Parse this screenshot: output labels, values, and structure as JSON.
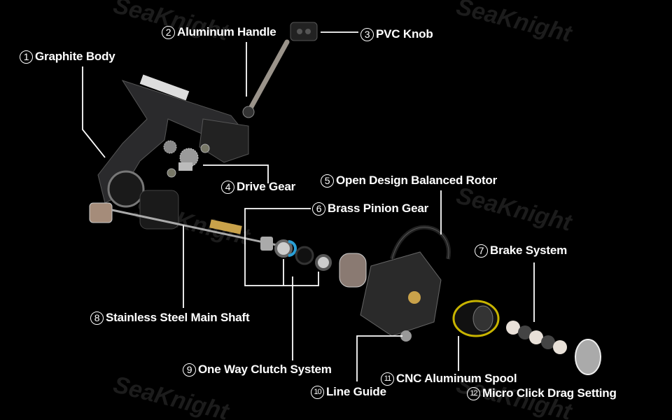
{
  "watermark": "SeaKnight",
  "brand_on_body": "SEAKNIGHT",
  "labels": [
    {
      "num": "1",
      "text": "Graphite Body"
    },
    {
      "num": "2",
      "text": "Aluminum Handle"
    },
    {
      "num": "3",
      "text": "PVC Knob"
    },
    {
      "num": "4",
      "text": "Drive Gear"
    },
    {
      "num": "5",
      "text": "Open Design Balanced Rotor"
    },
    {
      "num": "6",
      "text": "Brass Pinion Gear"
    },
    {
      "num": "7",
      "text": "Brake System"
    },
    {
      "num": "8",
      "text": "Stainless Steel Main Shaft"
    },
    {
      "num": "9",
      "text": "One Way Clutch System"
    },
    {
      "num": "10",
      "text": "Line Guide"
    },
    {
      "num": "11",
      "text": "CNC Aluminum Spool"
    },
    {
      "num": "12",
      "text": "Micro Click Drag Setting"
    }
  ],
  "colors": {
    "background": "#000000",
    "text": "#ffffff",
    "clutch_accent": "#2a9fd6",
    "spool_accent": "#c8b400",
    "brass": "#c9a24a"
  }
}
